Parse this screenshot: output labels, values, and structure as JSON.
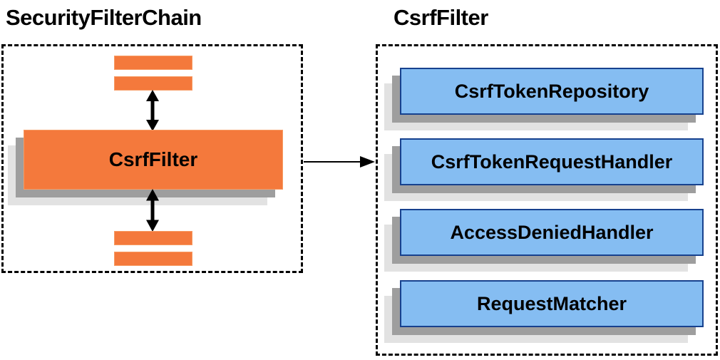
{
  "left_panel": {
    "title": "SecurityFilterChain",
    "filter_box_label": "CsrfFilter",
    "generic_filter_bars": 4
  },
  "right_panel": {
    "title": "CsrfFilter",
    "components": [
      "CsrfTokenRepository",
      "CsrfTokenRequestHandler",
      "AccessDeniedHandler",
      "RequestMatcher"
    ]
  },
  "icons": {
    "vertical_double_arrow": "double-headed-arrow",
    "horizontal_arrow": "right-arrow"
  },
  "colors": {
    "orange_fill": "#F4793C",
    "blue_fill": "#85BDF2",
    "blue_border": "#17418E",
    "shadow_dark": "#9E9E9E",
    "shadow_light": "#E2E2E2",
    "arrow_black": "#000000",
    "background": "#FFFFFF"
  }
}
